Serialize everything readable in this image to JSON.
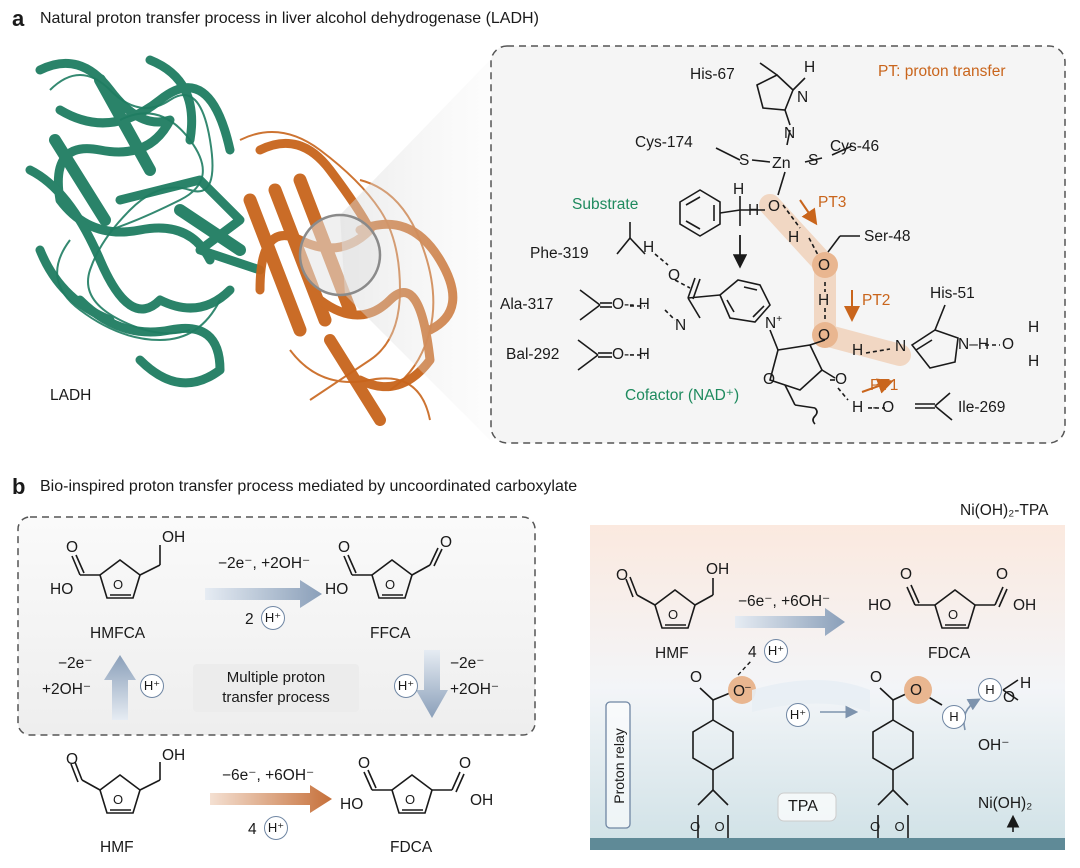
{
  "panel_a": {
    "letter": "a",
    "title": "Natural proton transfer process in liver alcohol dehydrogenase (LADH)",
    "protein_label": "LADH",
    "legend": "PT: proton transfer",
    "residues": {
      "his67": "His-67",
      "cys174": "Cys-174",
      "cys46": "Cys-46",
      "zn": "Zn",
      "s1": "S",
      "s2": "S",
      "substrate": "Substrate",
      "phe319": "Phe-319",
      "ala317": "Ala-317",
      "bal292": "Bal-292",
      "ser48": "Ser-48",
      "his51": "His-51",
      "ile269": "Ile-269",
      "cofactor": "Cofactor (NAD⁺)"
    },
    "steps": {
      "pt1": "PT1",
      "pt2": "PT2",
      "pt3": "PT3"
    }
  },
  "panel_b": {
    "letter": "b",
    "title": "Bio-inspired proton transfer process mediated by uncoordinated carboxylate",
    "left": {
      "hmfca": "HMFCA",
      "ffca": "FFCA",
      "hmf": "HMF",
      "fdca": "FDCA",
      "top_arrow": "−2e⁻, +2OH⁻",
      "top_h": "2",
      "left_arrow_1": "−2e⁻",
      "left_arrow_2": "+2OH⁻",
      "right_arrow_1": "−2e⁻",
      "right_arrow_2": "+2OH⁻",
      "center_1": "Multiple proton",
      "center_2": "transfer process",
      "bottom_arrow": "−6e⁻, +6OH⁻",
      "bottom_h": "4"
    },
    "right": {
      "catalyst": "Ni(OH)₂-TPA",
      "hmf": "HMF",
      "fdca": "FDCA",
      "arrow": "−6e⁻, +6OH⁻",
      "h_count": "4",
      "relay": "Proton relay",
      "tpa": "TPA",
      "nioh2": "Ni(OH)₂",
      "oh_minus": "OH⁻"
    },
    "h_plus": "H⁺"
  },
  "colors": {
    "teal_protein": "#1f7d62",
    "orange_protein": "#c8651c",
    "green_label": "#1e8a5e",
    "orange_label": "#c9651c",
    "arrow_blue": "#8fa3bd",
    "arrow_orange": "#c6703a"
  }
}
